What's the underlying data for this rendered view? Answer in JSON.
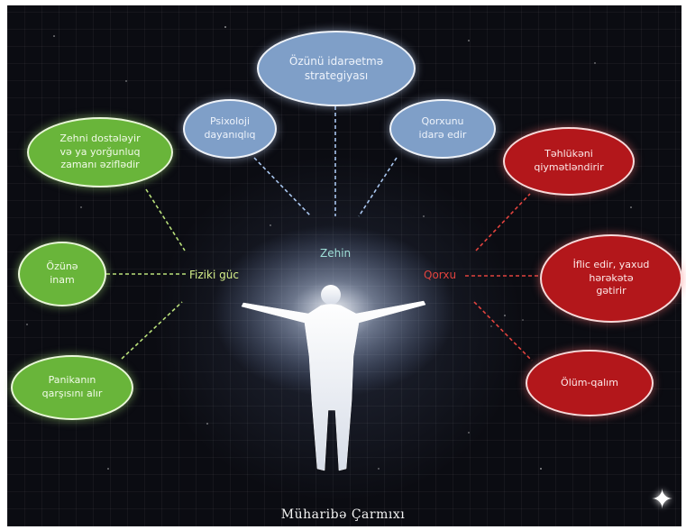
{
  "center": {
    "mind_label": "Zehin",
    "physical_label": "Fiziki güc",
    "fear_label": "Qorxu"
  },
  "mind_nodes": [
    {
      "text": "Özünü idarəetmə\nstrategiyası"
    },
    {
      "text": "Psixoloji\ndayanıqlıq"
    },
    {
      "text": "Qorxunu\nidarə edir"
    }
  ],
  "physical_nodes": [
    {
      "text": "Zehni dostələyir\nvə ya yorğunluq\nzamanı əziflədir"
    },
    {
      "text": "Özünə\ninam"
    },
    {
      "text": "Panikanın\nqarşısını alır"
    }
  ],
  "fear_nodes": [
    {
      "text": "Təhlükəni\nqiymətləndirir"
    },
    {
      "text": "İflic edir, yaxud\nhərəkətə\ngətirir"
    },
    {
      "text": "Ölüm-qalım"
    }
  ],
  "caption": "Müharibə Çarmıxı",
  "colors": {
    "mind": "#7f9fc8",
    "physical": "#69b53a",
    "fear": "#b3171b",
    "background": "#0b0c12"
  }
}
